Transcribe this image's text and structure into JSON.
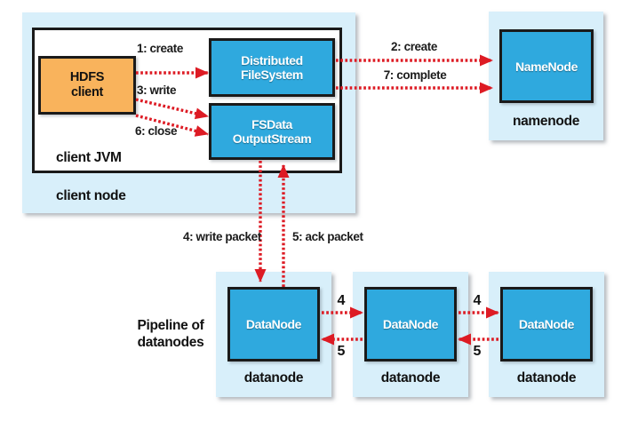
{
  "colors": {
    "node_background": "#d8effa",
    "box_blue": "#2fa9de",
    "box_orange": "#f9b35c",
    "box_border": "#1a1a1a",
    "arrow_red": "#dd1b24",
    "label_text": "#111111"
  },
  "client_node": {
    "label": "client node",
    "jvm_label": "client JVM",
    "hdfs_client_label": "HDFS client",
    "distributed_filesystem_label": "Distributed FileSystem",
    "fsdata_outputstream_label": "FSData OutputStream"
  },
  "namenode": {
    "box_label": "NameNode",
    "node_label": "namenode"
  },
  "pipeline": {
    "caption": "Pipeline of datanodes"
  },
  "datanodes": [
    {
      "box_label": "DataNode",
      "node_label": "datanode"
    },
    {
      "box_label": "DataNode",
      "node_label": "datanode"
    },
    {
      "box_label": "DataNode",
      "node_label": "datanode"
    }
  ],
  "arrow_labels": {
    "step1": "1: create",
    "step2": "2: create",
    "step3": "3: write",
    "step4_packet": "4: write packet",
    "step4_short": "4",
    "step5_packet": "5: ack packet",
    "step5_short": "5",
    "step6": "6: close",
    "step7": "7: complete"
  }
}
